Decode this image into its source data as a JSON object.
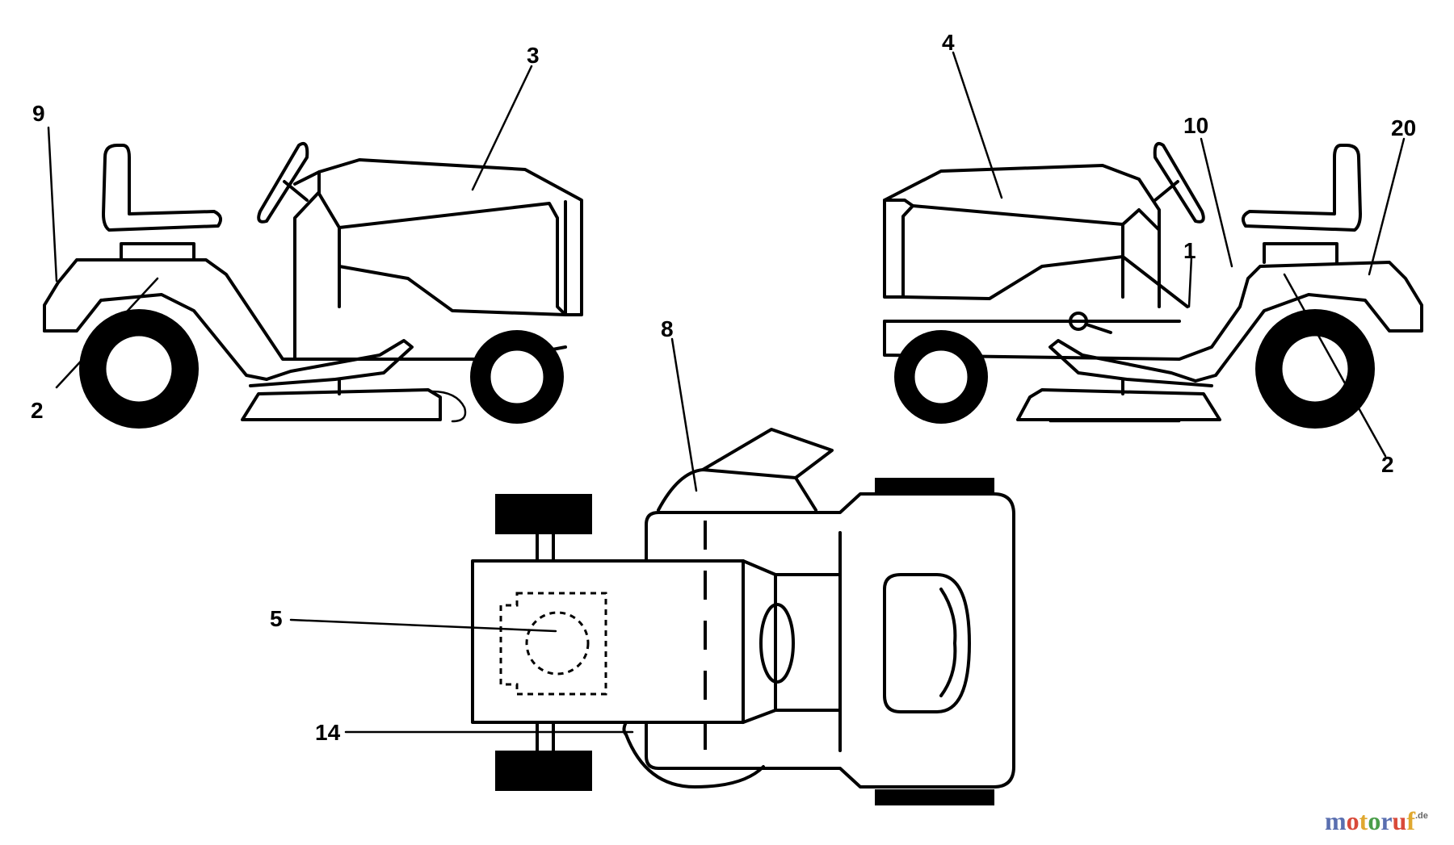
{
  "callouts": {
    "c1": "1",
    "c2_left": "2",
    "c2_right": "2",
    "c3": "3",
    "c4": "4",
    "c5": "5",
    "c8": "8",
    "c9": "9",
    "c10": "10",
    "c14": "14",
    "c20": "20"
  },
  "watermark": {
    "text": "motoruf",
    "suffix": ".de",
    "colors": [
      "#5a6fb0",
      "#d94a3a",
      "#e0a830",
      "#4a9e4a"
    ]
  }
}
